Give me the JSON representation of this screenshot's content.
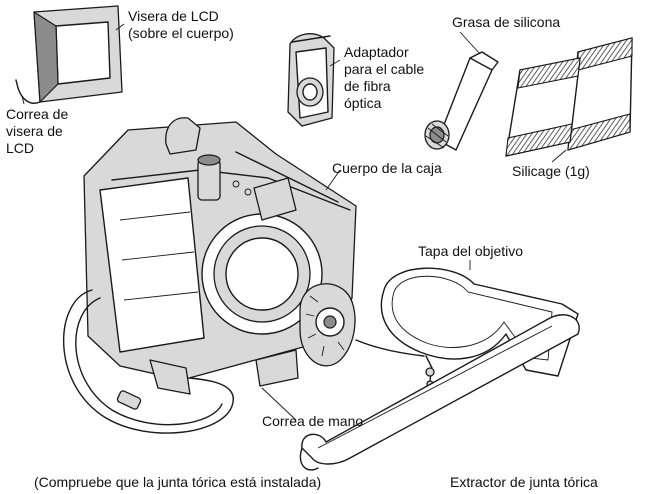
{
  "labels": {
    "lcd_hood": [
      "Visera de LCD",
      "(sobre el cuerpo)"
    ],
    "hood_strap": [
      "Correa de",
      "visera de",
      "LCD"
    ],
    "fiber_adapter": [
      "Adaptador",
      "para el cable",
      "de fibra",
      "óptica"
    ],
    "silicone_grease": "Grasa de silicona",
    "housing_body": "Cuerpo de la caja",
    "silicage": "Silicage (1g)",
    "lens_cap": "Tapa del objetivo",
    "hand_strap": "Correa de mano",
    "oring_note": "(Compruebe que la junta tórica está instalada)",
    "oring_remover": "Extractor de junta tórica"
  }
}
